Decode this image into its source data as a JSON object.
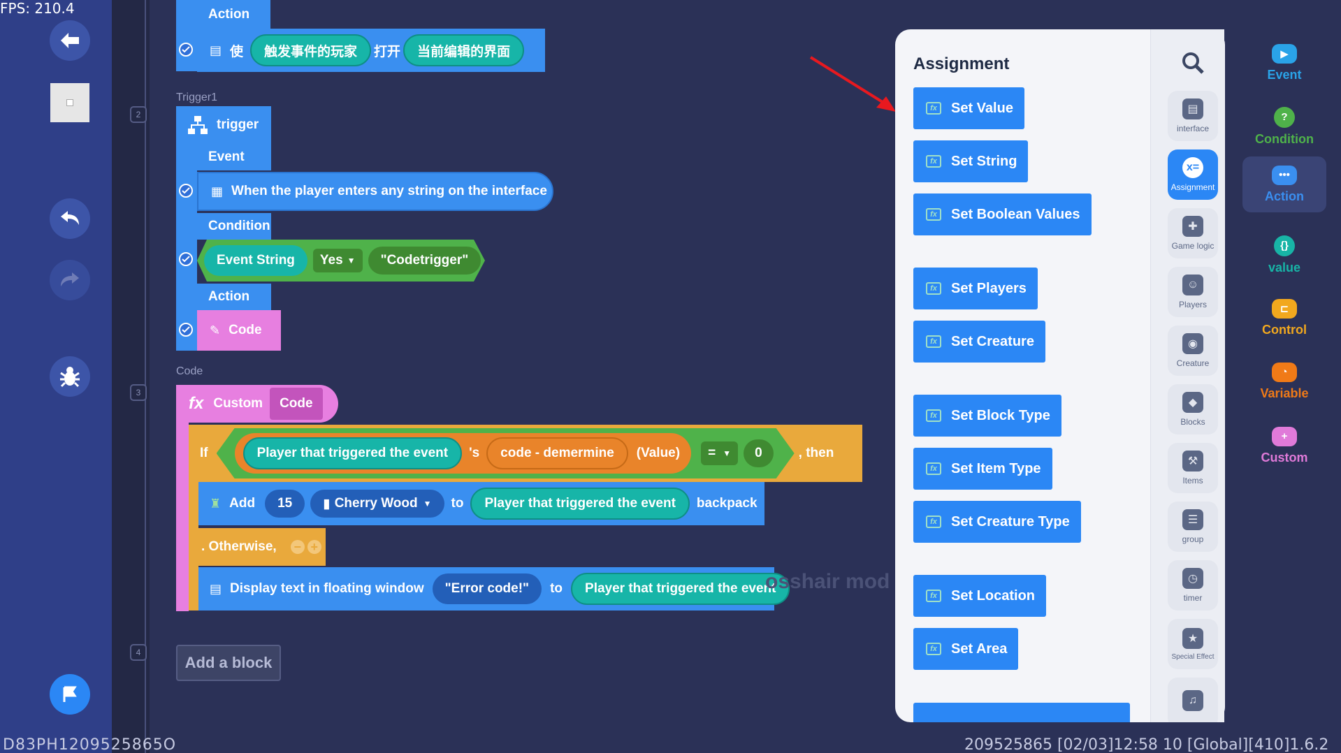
{
  "fps": "FPS: 210.4",
  "line_numbers": [
    "2",
    "3",
    "4"
  ],
  "blocks": {
    "action_tab_top": "Action",
    "top_action": {
      "verb": "使",
      "target": "触发事件的玩家",
      "open": "打开",
      "ui": "当前编辑的界面"
    },
    "trigger_label": "Trigger1",
    "trigger_tab": "trigger",
    "event_tab": "Event",
    "event_text": "When the player enters any string on the interface",
    "condition_tab": "Condition",
    "condition": {
      "left": "Event String",
      "op": "Yes",
      "value": "\"Codetrigger\""
    },
    "action_tab": "Action",
    "code_block": "Code",
    "code_label": "Code",
    "custom": {
      "fx": "fx",
      "label": "Custom",
      "name": "Code"
    },
    "if_row": {
      "if": "If",
      "player": "Player that triggered the event",
      "poss": "'s",
      "field": "code - demermine",
      "value": "(Value)",
      "op": "=",
      "num": "0",
      "then": ", then"
    },
    "add_row": {
      "add": "Add",
      "qty": "15",
      "item": "Cherry Wood",
      "to": "to",
      "player": "Player that triggered the event",
      "dest": "backpack"
    },
    "otherwise": ". Otherwise,",
    "display_row": {
      "label": "Display text in floating window",
      "text": "\"Error code!\"",
      "to": "to",
      "player": "Player that triggered the event"
    },
    "add_block": "Add a block",
    "bg_text": "osshair mod"
  },
  "palette": {
    "title": "Assignment",
    "buttons": [
      "Set Value",
      "Set String",
      "Set Boolean Values",
      "Set Players",
      "Set Creature",
      "Set Block Type",
      "Set Item Type",
      "Set Creature Type",
      "Set Location",
      "Set Area"
    ]
  },
  "categories": [
    "interface",
    "Assignment",
    "Game logic",
    "Players",
    "Creature",
    "Blocks",
    "Items",
    "group",
    "timer",
    "Special Effect"
  ],
  "nav": [
    {
      "label": "Event",
      "color": "#2aa3e8"
    },
    {
      "label": "Condition",
      "color": "#4fb24a"
    },
    {
      "label": "Action",
      "color": "#3a8ff0"
    },
    {
      "label": "value",
      "color": "#18b4a6"
    },
    {
      "label": "Control",
      "color": "#f2a81e"
    },
    {
      "label": "Variable",
      "color": "#f07a17"
    },
    {
      "label": "Custom",
      "color": "#e07ad9"
    }
  ],
  "footer": {
    "left": "D83PH1209525865O",
    "right": "209525865   [02/03]12:58 10  [Global][410]1.6.2"
  }
}
